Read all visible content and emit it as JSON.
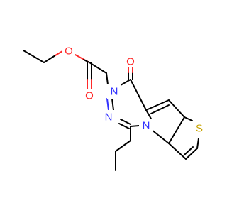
{
  "molecule": {
    "atoms": {
      "O_ester": {
        "symbol": "O",
        "color": "#ff2a2a"
      },
      "O_carbonyl_ester": {
        "symbol": "O",
        "color": "#ff2a2a"
      },
      "O_ring_carbonyl": {
        "symbol": "O",
        "color": "#ff2a2a"
      },
      "N_amide": {
        "symbol": "N",
        "color": "#3333ff"
      },
      "N_imine": {
        "symbol": "N",
        "color": "#3333ff"
      },
      "N_pyrrole": {
        "symbol": "N",
        "color": "#3333ff"
      },
      "S_thiophene": {
        "symbol": "S",
        "color": "#c8a400"
      }
    },
    "colors": {
      "carbon_bond": "#000000",
      "nitrogen": "#3333ff",
      "oxygen": "#ff2a2a",
      "sulfur": "#c8a400",
      "background": "#ffffff"
    }
  }
}
